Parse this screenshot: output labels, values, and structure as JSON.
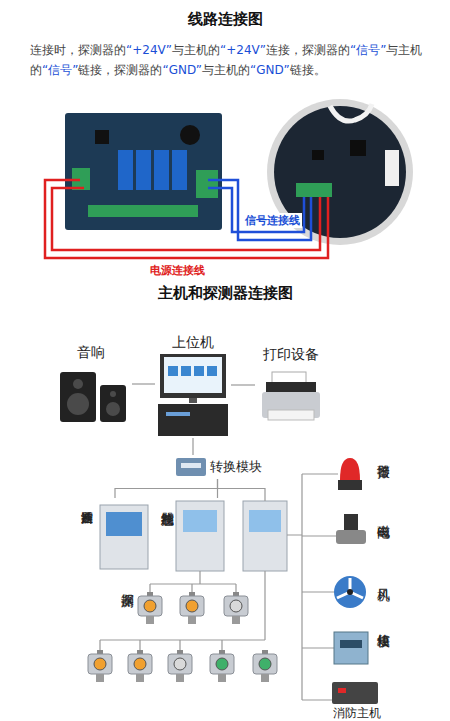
{
  "diagram": {
    "title": "线路连接图",
    "nodes": [
      {
        "text": [
          "音响"
        ]
      },
      {
        "text": [
          "上位机"
        ]
      },
      {
        "text": [
          "打印设备"
        ]
      },
      {
        "text": [
          "转换模块"
        ]
      },
      {
        "text": [
          "八通道控制器"
        ]
      },
      {
        "text": [
          "总线控制器"
        ]
      },
      {
        "text": [
          "报警器"
        ]
      },
      {
        "text": [
          "电磁阀"
        ]
      },
      {
        "text": [
          "风机"
        ]
      },
      {
        "text": [
          "短信模块"
        ]
      },
      {
        "text": [
          "消防主机"
        ]
      }
    ],
    "edges": [
      {
        "from": 1,
        "to": 0,
        "arrow": "none"
      },
      {
        "from": 1,
        "to": 2,
        "arrow": "none"
      },
      {
        "from": 1,
        "to": 3,
        "arrow": "none"
      },
      {
        "from": 3,
        "to": 4,
        "arrow": "none"
      },
      {
        "from": 3,
        "to": 5,
        "arrow": "none"
      }
    ],
    "labels": [
      "主机和探测器连接图",
      "连接时，探测器的“+24V”与主机的“+24V”连接，探测器的“信号”与主机的“信号”链接，探测器的“GND”与主机的“GND”链接。",
      "信号连接线",
      "电源连接线",
      "探测器"
    ]
  }
}
